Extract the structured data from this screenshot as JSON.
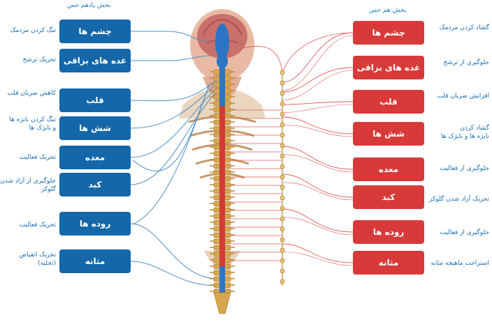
{
  "headers": {
    "parasympathetic": "بخش پادهم حس",
    "sympathetic": "بخش هم حس"
  },
  "parasympathetic": {
    "organs": [
      "چشم ها",
      "غده های بزاقی",
      "قلب",
      "شش ها",
      "معده",
      "کبد",
      "روده ها",
      "مثانه"
    ],
    "effects": [
      "تنگ کردن مردمک",
      "تحریک ترشح",
      "کاهش ضربان قلب",
      "تنگ کردن نایژه ها\nو نایژک ها",
      "تحریک فعالیت",
      "جلوگیری از آزاد شدن\nگلوکز",
      "تحریک فعالیت",
      "تحریک انقباض\n(تخلیه)"
    ]
  },
  "sympathetic": {
    "organs": [
      "چشم ها",
      "غده های بزاقی",
      "قلب",
      "شش ها",
      "معده",
      "کبد",
      "روده ها",
      "مثانه"
    ],
    "effects": [
      "گشاد کردن مردمک",
      "جلوگیری از ترشح",
      "افزایش ضربان قلب",
      "گشاد کردن\nنایژه ها و نایژک ها",
      "جلوگیری از فعالیت",
      "تحریک آزاد شدن گلوکز",
      "جلوگیری از فعالیت",
      "استراحت ماهیچه مثانه"
    ]
  },
  "colors": {
    "para_box": "#1467a8",
    "symp_box": "#d83a3a",
    "para_line": "#4b8fc7",
    "symp_line": "#e05a5a",
    "effect_text": "#1a6fb0"
  }
}
